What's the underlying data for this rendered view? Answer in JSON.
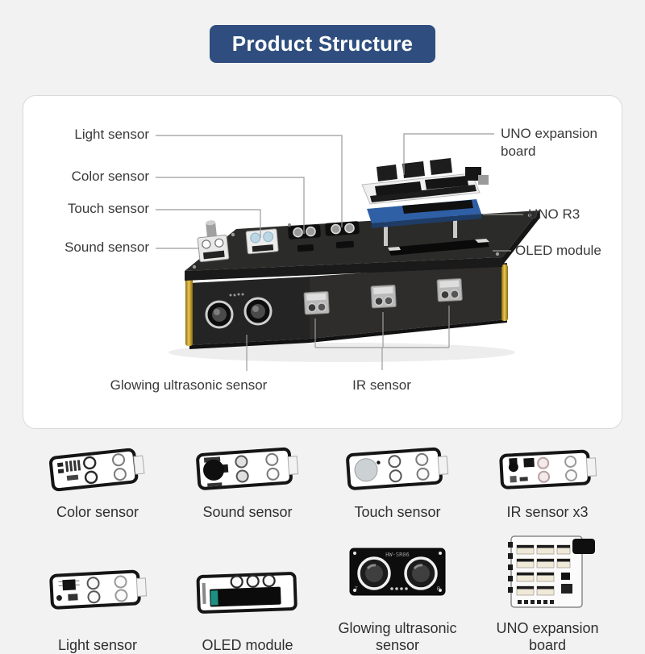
{
  "banner": {
    "title": "Product Structure"
  },
  "colors": {
    "background": "#f2f2f2",
    "banner_bg": "#2f4e7f",
    "banner_text": "#ffffff",
    "panel_bg": "#ffffff",
    "panel_border": "#d9d9d9",
    "leader_line": "#9b9b9b",
    "label_text": "#3a3a3a",
    "chassis_black": "#262626",
    "standoff_gold": "#d9a826",
    "uno_blue": "#2f5fa5",
    "oled_teal": "#1d8f80"
  },
  "diagram": {
    "labels": {
      "light": "Light sensor",
      "color": "Color sensor",
      "touch": "Touch sensor",
      "sound": "Sound sensor",
      "uno_expansion": "UNO expansion board",
      "uno_r3": "UNO R3",
      "oled": "OLED module",
      "ultrasonic": "Glowing ultrasonic sensor",
      "ir": "IR sensor"
    }
  },
  "parts": {
    "row1": [
      {
        "label": "Color sensor"
      },
      {
        "label": "Sound sensor"
      },
      {
        "label": "Touch sensor"
      },
      {
        "label": "IR sensor x3"
      }
    ],
    "row2": [
      {
        "label": "Light sensor"
      },
      {
        "label": "OLED module"
      },
      {
        "label": "Glowing ultrasonic sensor"
      },
      {
        "label": "UNO expansion board"
      }
    ]
  },
  "markings": {
    "ultrasonic_model": "HW-SR06",
    "ultrasonic_t": "T",
    "ultrasonic_r": "R"
  }
}
